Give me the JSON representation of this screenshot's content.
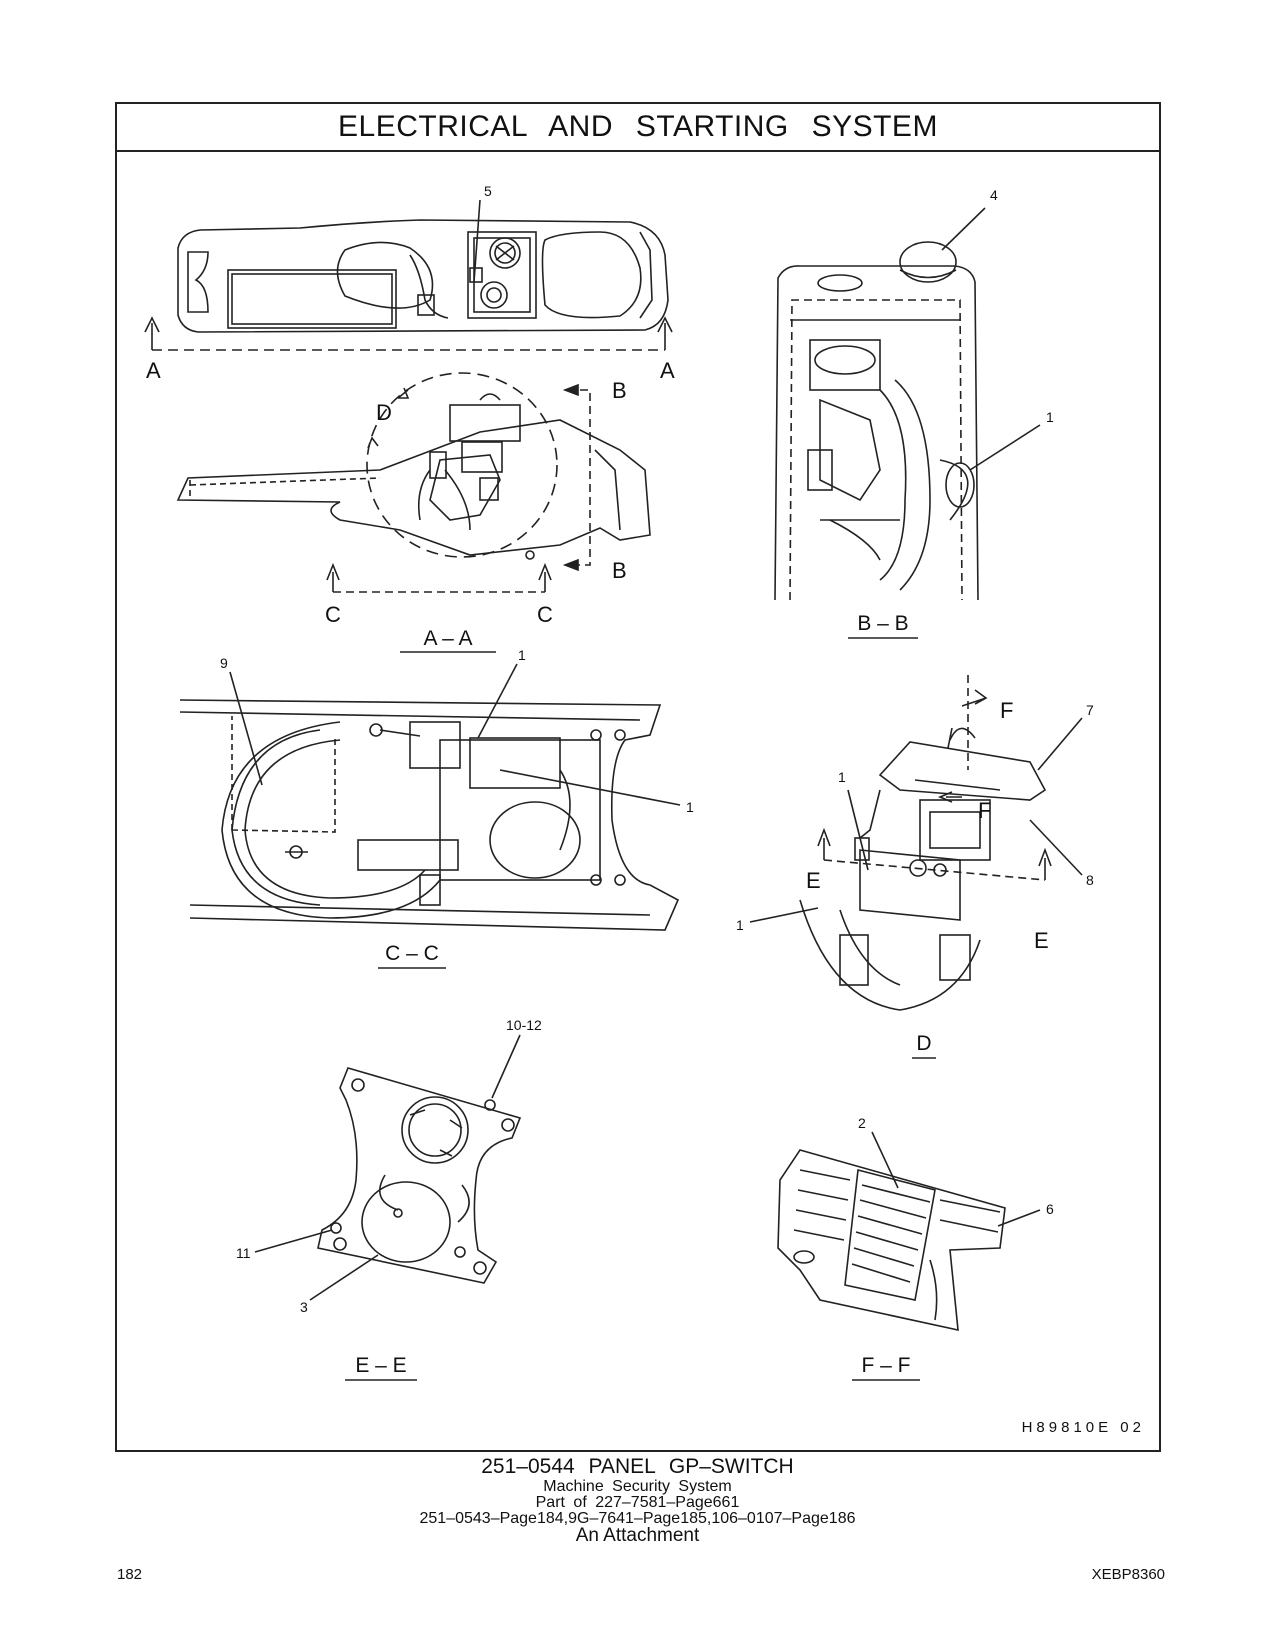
{
  "header": {
    "title": "ELECTRICAL AND STARTING SYSTEM"
  },
  "views": [
    {
      "label": "A – A"
    },
    {
      "label": "B – B"
    },
    {
      "label": "C – C"
    },
    {
      "label": "D"
    },
    {
      "label": "E – E"
    },
    {
      "label": "F – F"
    }
  ],
  "section_marks": {
    "a": "A",
    "b": "B",
    "c": "C",
    "d": "D",
    "e": "E",
    "f": "F"
  },
  "callouts": {
    "c1": "1",
    "c2": "2",
    "c3": "3",
    "c4": "4",
    "c5": "5",
    "c6": "6",
    "c7": "7",
    "c8": "8",
    "c9": "9",
    "c10": "10-12",
    "c11": "11"
  },
  "illustration_code": "H89810E  02",
  "caption": {
    "title": "251–0544  PANEL  GP–SWITCH",
    "line1": "Machine  Security  System",
    "line2": "Part of 227–7581–Page661",
    "line3": "251–0543–Page184,9G–7641–Page185,106–0107–Page186",
    "line4": "An Attachment"
  },
  "footer": {
    "page_number": "182",
    "document_id": "XEBP8360"
  }
}
